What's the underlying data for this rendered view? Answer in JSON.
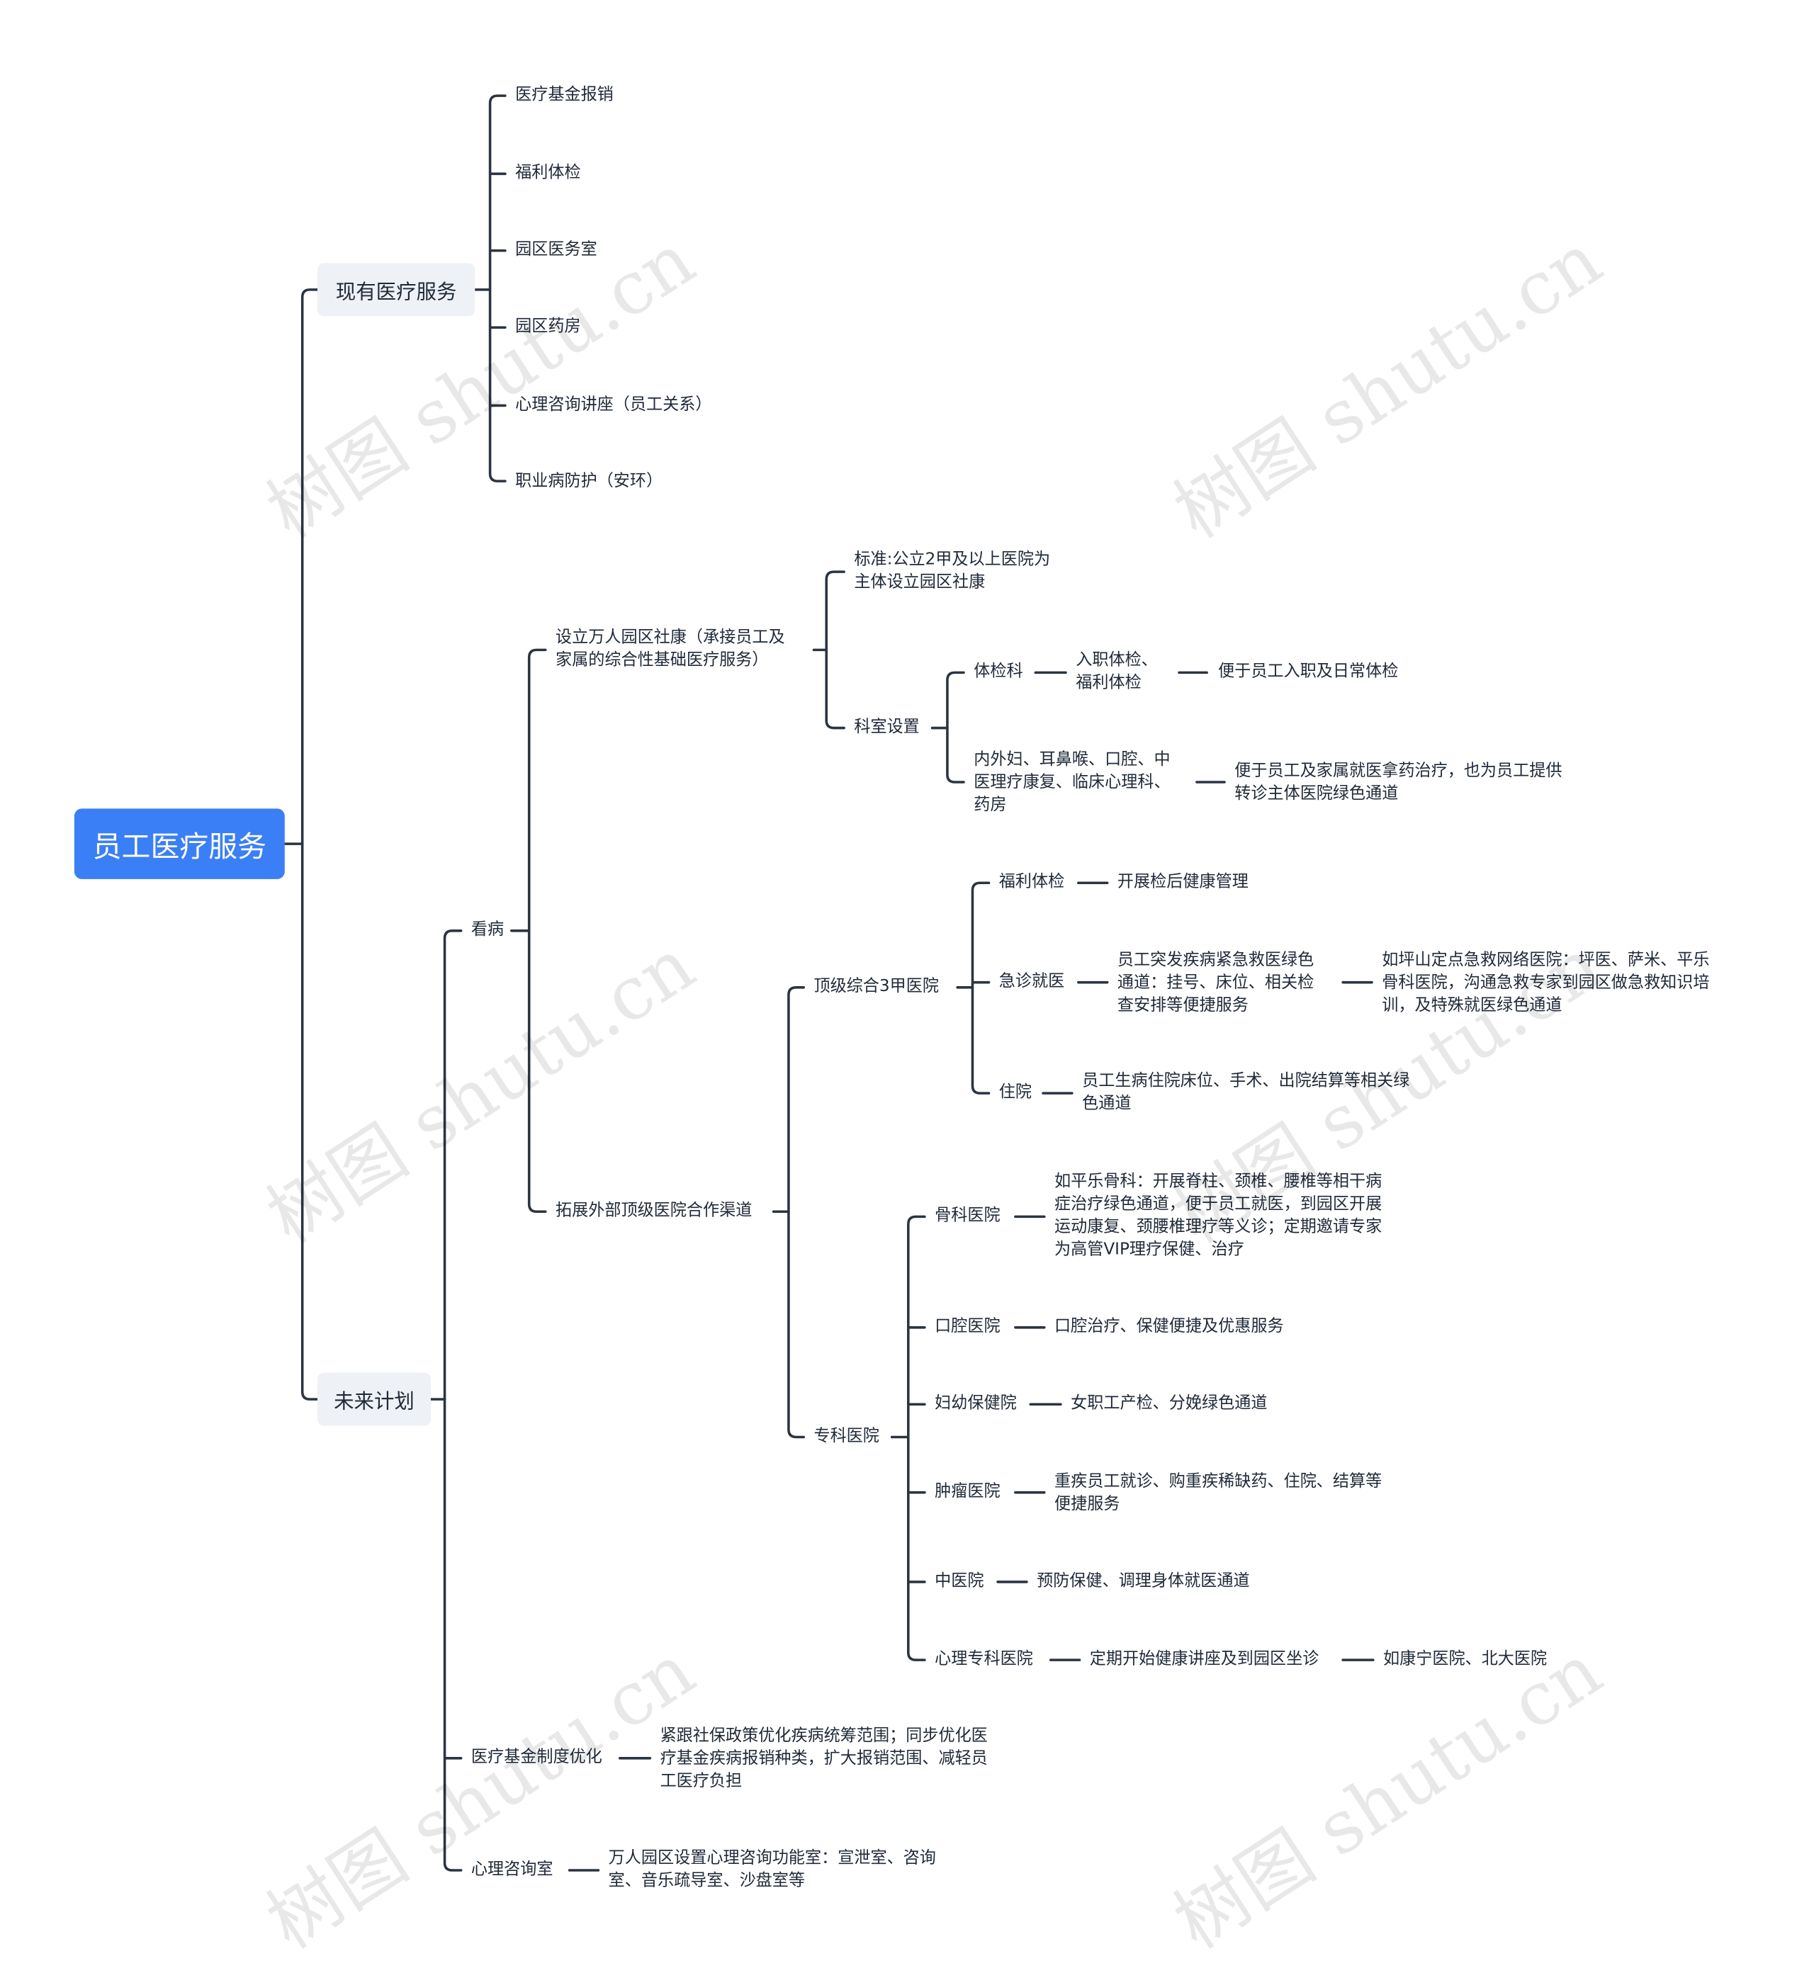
{
  "root": {
    "label": "员工医疗服务"
  },
  "branches": {
    "current": {
      "label": "现有医疗服务",
      "items": [
        "医疗基金报销",
        "福利体检",
        "园区医务室",
        "园区药房",
        "心理咨询讲座（员工关系）",
        "职业病防护（安环）"
      ]
    },
    "future": {
      "label": "未来计划",
      "see_doctor": {
        "label": "看病",
        "community": {
          "label_lines": [
            "设立万人园区社康（承接员工及",
            "家属的综合性基础医疗服务）"
          ],
          "standard_lines": [
            "标准:公立2甲及以上医院为",
            "主体设立园区社康"
          ],
          "departments": {
            "label": "科室设置",
            "exam": {
              "label": "体检科",
              "detail_lines": [
                "入职体检、",
                "福利体检"
              ],
              "note": "便于员工入职及日常体检"
            },
            "clinics": {
              "label_lines": [
                "内外妇、耳鼻喉、口腔、中",
                "医理疗康复、临床心理科、",
                "药房"
              ],
              "note_lines": [
                "便于员工及家属就医拿药治疗，也为员工提供",
                "转诊主体医院绿色通道"
              ]
            }
          }
        },
        "external": {
          "label": "拓展外部顶级医院合作渠道",
          "top_hospital": {
            "label": "顶级综合3甲医院",
            "checkup": {
              "label": "福利体检",
              "note": "开展检后健康管理"
            },
            "emergency": {
              "label": "急诊就医",
              "detail_lines": [
                "员工突发疾病紧急救医绿色",
                "通道：挂号、床位、相关检",
                "查安排等便捷服务"
              ],
              "example_lines": [
                "如坪山定点急救网络医院：坪医、萨米、平乐",
                "骨科医院，沟通急救专家到园区做急救知识培",
                "训，及特殊就医绿色通道"
              ]
            },
            "inpatient": {
              "label": "住院",
              "note_lines": [
                "员工生病住院床位、手术、出院结算等相关绿",
                "色通道"
              ]
            }
          },
          "specialty": {
            "label": "专科医院",
            "ortho": {
              "label": "骨科医院",
              "note_lines": [
                "如平乐骨科：开展脊柱、颈椎、腰椎等相干病",
                "症治疗绿色通道，便于员工就医，到园区开展",
                "运动康复、颈腰椎理疗等义诊；定期邀请专家",
                "为高管VIP理疗保健、治疗"
              ]
            },
            "dental": {
              "label": "口腔医院",
              "note": "口腔治疗、保健便捷及优惠服务"
            },
            "maternal": {
              "label": "妇幼保健院",
              "note": "女职工产检、分娩绿色通道"
            },
            "tumor": {
              "label": "肿瘤医院",
              "note_lines": [
                "重疾员工就诊、购重疾稀缺药、住院、结算等",
                "便捷服务"
              ]
            },
            "tcm": {
              "label": "中医院",
              "note": "预防保健、调理身体就医通道"
            },
            "psych": {
              "label": "心理专科医院",
              "note": "定期开始健康讲座及到园区坐诊",
              "example": "如康宁医院、北大医院"
            }
          }
        }
      },
      "fund": {
        "label": "医疗基金制度优化",
        "note_lines": [
          "紧跟社保政策优化疾病统筹范围；同步优化医",
          "疗基金疾病报销种类，扩大报销范围、减轻员",
          "工医疗负担"
        ]
      },
      "counsel": {
        "label": "心理咨询室",
        "note_lines": [
          "万人园区设置心理咨询功能室：宣泄室、咨询",
          "室、音乐疏导室、沙盘室等"
        ]
      }
    }
  },
  "watermark": "树图 shutu.cn",
  "colors": {
    "root_bg": "#3a7ff6",
    "branch_bg": "#eef1f5",
    "line": "#2b3441",
    "text": "#1f2937"
  }
}
